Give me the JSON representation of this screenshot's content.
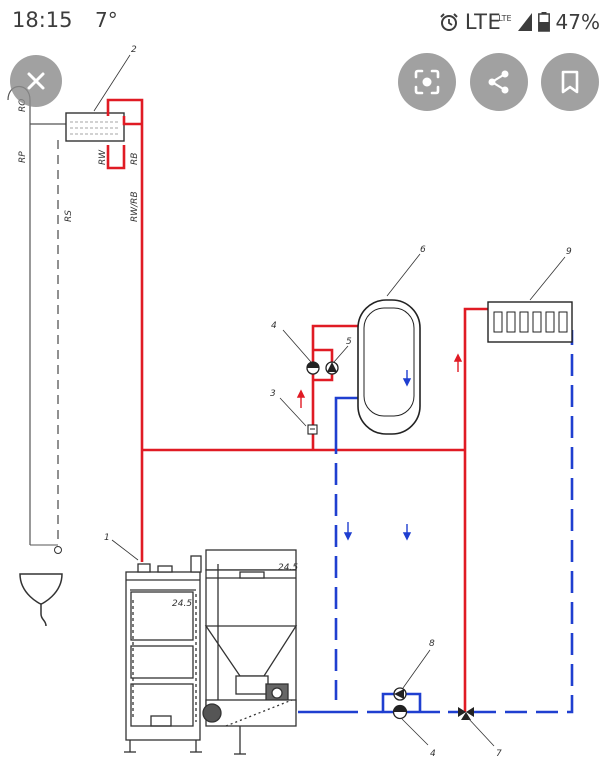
{
  "status_bar": {
    "time": "18:15",
    "temperature": "7°",
    "network": "LTE",
    "network_sup": "LTE",
    "battery": "47%"
  },
  "toolbar": {
    "close_icon": "close-icon",
    "lens_icon": "lens-icon",
    "share_icon": "share-icon",
    "save_icon": "bookmark-icon"
  },
  "diagram": {
    "pipe_labels": {
      "ro": "RO",
      "rp": "RP",
      "rs": "RS",
      "rw": "RW",
      "rb": "RB",
      "rw_rb": "RW/RB"
    },
    "component_numbers": {
      "boiler": "1",
      "expansion_tank": "2",
      "valve": "3",
      "pump_upper": "4",
      "check_valve_upper": "5",
      "storage_tank": "6",
      "mixing_valve": "7",
      "check_valve_lower": "8",
      "radiator": "9",
      "pump_lower": "4"
    },
    "colors": {
      "supply": "#e01b24",
      "return": "#1f3fd0",
      "outline": "#222222"
    }
  }
}
